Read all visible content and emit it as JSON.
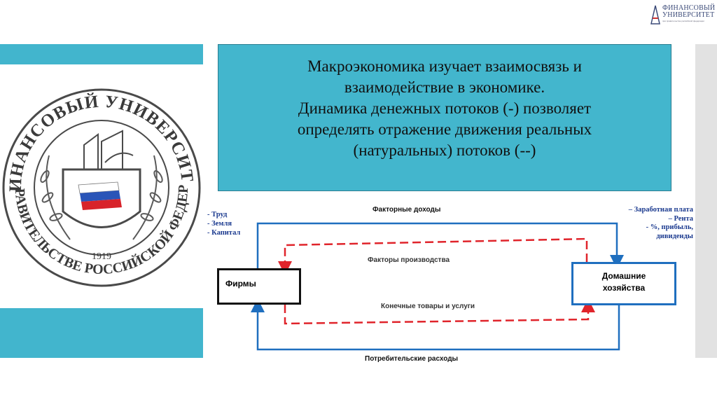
{
  "brand": {
    "line1": "ФИНАНСОВЫЙ",
    "line2": "УНИВЕРСИТЕТ",
    "sub": "при правительстве российской федерации"
  },
  "seal": {
    "top_arc": "ФИНАНСОВЫЙ УНИВЕРСИТЕТ",
    "bottom_arc": "ПРИ ПРАВИТЕЛЬСТВЕ РОССИЙСКОЙ ФЕДЕРАЦИИ",
    "year": "1919"
  },
  "callout": {
    "lines": [
      "Макроэкономика изучает взаимосвязь и",
      "взаимодействие в экономике.",
      "Динамика денежных потоков (-) позволяет",
      "определять отражение движения реальных",
      "(натуральных) потоков (--)"
    ]
  },
  "diagram": {
    "firms": "Фирмы",
    "households_line1": "Домашние",
    "households_line2": "хозяйства",
    "factor_income": "Факторные доходы",
    "factors_of_production": "Факторы производства",
    "final_goods": "Конечные товары и услуги",
    "consumer_spending": "Потребительские расходы",
    "resources": [
      "- Труд",
      "- Земля",
      "- Капитал"
    ],
    "incomes": [
      "– Заработная плата",
      "– Рента",
      "- %, прибыль,",
      "дивиденды"
    ],
    "colors": {
      "money_flow": "#1f6fbf",
      "real_flow": "#e0242b"
    }
  }
}
